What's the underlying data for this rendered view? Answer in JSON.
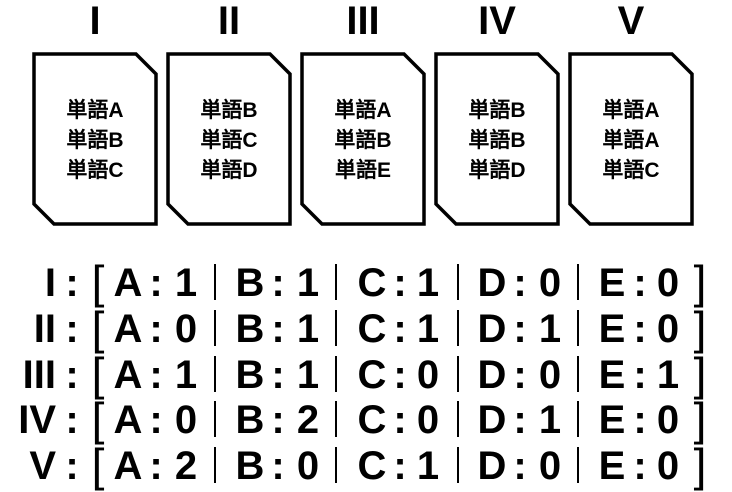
{
  "documents": [
    {
      "label": "I",
      "words": [
        "単語A",
        "単語B",
        "単語C"
      ]
    },
    {
      "label": "II",
      "words": [
        "単語B",
        "単語C",
        "単語D"
      ]
    },
    {
      "label": "III",
      "words": [
        "単語A",
        "単語B",
        "単語E"
      ]
    },
    {
      "label": "IV",
      "words": [
        "単語B",
        "単語B",
        "単語D"
      ]
    },
    {
      "label": "V",
      "words": [
        "単語A",
        "単語A",
        "単語C"
      ]
    }
  ],
  "vectors": [
    {
      "label": "I",
      "cells": [
        {
          "term": "A",
          "count": "1"
        },
        {
          "term": "B",
          "count": "1"
        },
        {
          "term": "C",
          "count": "1"
        },
        {
          "term": "D",
          "count": "0"
        },
        {
          "term": "E",
          "count": "0"
        }
      ]
    },
    {
      "label": "II",
      "cells": [
        {
          "term": "A",
          "count": "0"
        },
        {
          "term": "B",
          "count": "1"
        },
        {
          "term": "C",
          "count": "1"
        },
        {
          "term": "D",
          "count": "1"
        },
        {
          "term": "E",
          "count": "0"
        }
      ]
    },
    {
      "label": "III",
      "cells": [
        {
          "term": "A",
          "count": "1"
        },
        {
          "term": "B",
          "count": "1"
        },
        {
          "term": "C",
          "count": "0"
        },
        {
          "term": "D",
          "count": "0"
        },
        {
          "term": "E",
          "count": "1"
        }
      ]
    },
    {
      "label": "IV",
      "cells": [
        {
          "term": "A",
          "count": "0"
        },
        {
          "term": "B",
          "count": "2"
        },
        {
          "term": "C",
          "count": "0"
        },
        {
          "term": "D",
          "count": "1"
        },
        {
          "term": "E",
          "count": "0"
        }
      ]
    },
    {
      "label": "V",
      "cells": [
        {
          "term": "A",
          "count": "2"
        },
        {
          "term": "B",
          "count": "0"
        },
        {
          "term": "C",
          "count": "1"
        },
        {
          "term": "D",
          "count": "0"
        },
        {
          "term": "E",
          "count": "0"
        }
      ]
    }
  ],
  "symbols": {
    "colon": ":",
    "open_bracket": "[",
    "close_bracket": "]"
  }
}
